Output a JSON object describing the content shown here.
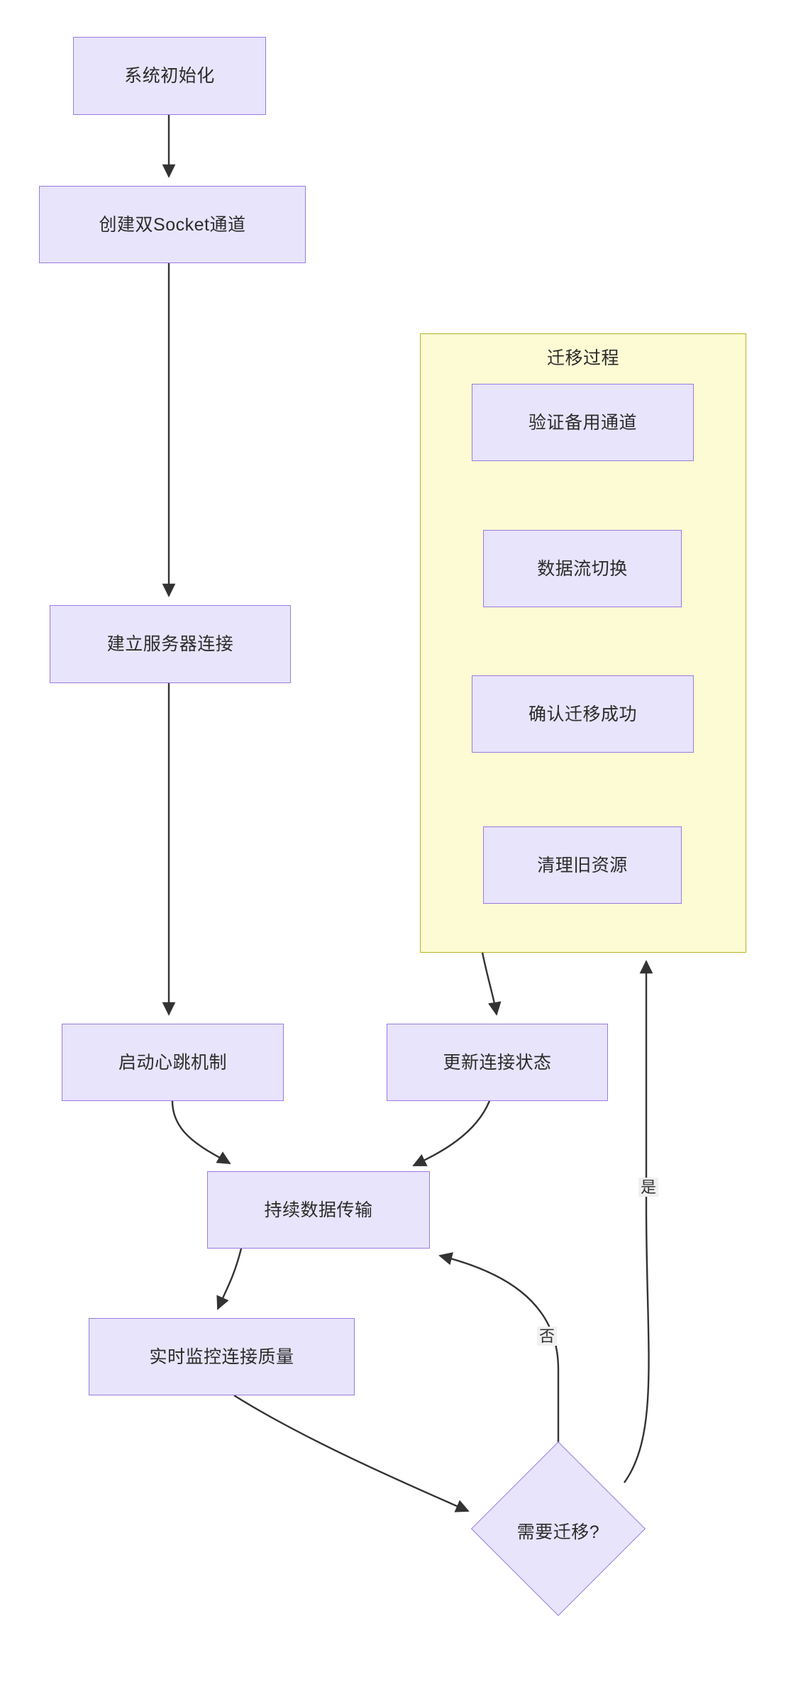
{
  "diagram": {
    "type": "flowchart",
    "direction": "top-down",
    "title": "",
    "colors": {
      "node_fill": "#e8e4fb",
      "node_stroke": "#9a7ae0",
      "subgraph_fill": "#fdfbd4",
      "subgraph_stroke": "#b8b420",
      "edge_stroke": "#333333",
      "text": "#2b2b2b",
      "background": "#ffffff"
    },
    "nodes": [
      {
        "id": "n1",
        "label": "系统初始化",
        "shape": "rect"
      },
      {
        "id": "n2",
        "label": "创建双Socket通道",
        "shape": "rect"
      },
      {
        "id": "n3",
        "label": "建立服务器连接",
        "shape": "rect"
      },
      {
        "id": "n4",
        "label": "启动心跳机制",
        "shape": "rect"
      },
      {
        "id": "n5",
        "label": "持续数据传输",
        "shape": "rect"
      },
      {
        "id": "n6",
        "label": "实时监控连接质量",
        "shape": "rect"
      },
      {
        "id": "n7",
        "label": "需要迁移?",
        "shape": "diamond"
      },
      {
        "id": "n8",
        "label": "更新连接状态",
        "shape": "rect"
      },
      {
        "id": "s1",
        "label": "验证备用通道",
        "shape": "rect",
        "parent": "sg1"
      },
      {
        "id": "s2",
        "label": "数据流切换",
        "shape": "rect",
        "parent": "sg1"
      },
      {
        "id": "s3",
        "label": "确认迁移成功",
        "shape": "rect",
        "parent": "sg1"
      },
      {
        "id": "s4",
        "label": "清理旧资源",
        "shape": "rect",
        "parent": "sg1"
      }
    ],
    "subgraphs": [
      {
        "id": "sg1",
        "title": "迁移过程"
      }
    ],
    "edges": [
      {
        "from": "n1",
        "to": "n2",
        "label": ""
      },
      {
        "from": "n2",
        "to": "n3",
        "label": ""
      },
      {
        "from": "n3",
        "to": "n4",
        "label": ""
      },
      {
        "from": "n4",
        "to": "n5",
        "label": ""
      },
      {
        "from": "n5",
        "to": "n6",
        "label": ""
      },
      {
        "from": "n6",
        "to": "n7",
        "label": ""
      },
      {
        "from": "n7",
        "to": "sg1",
        "label": "是"
      },
      {
        "from": "n7",
        "to": "n5",
        "label": "否"
      },
      {
        "from": "sg1",
        "to": "n8",
        "label": ""
      },
      {
        "from": "n8",
        "to": "n5",
        "label": ""
      }
    ],
    "edge_labels": {
      "yes": "是",
      "no": "否"
    }
  }
}
